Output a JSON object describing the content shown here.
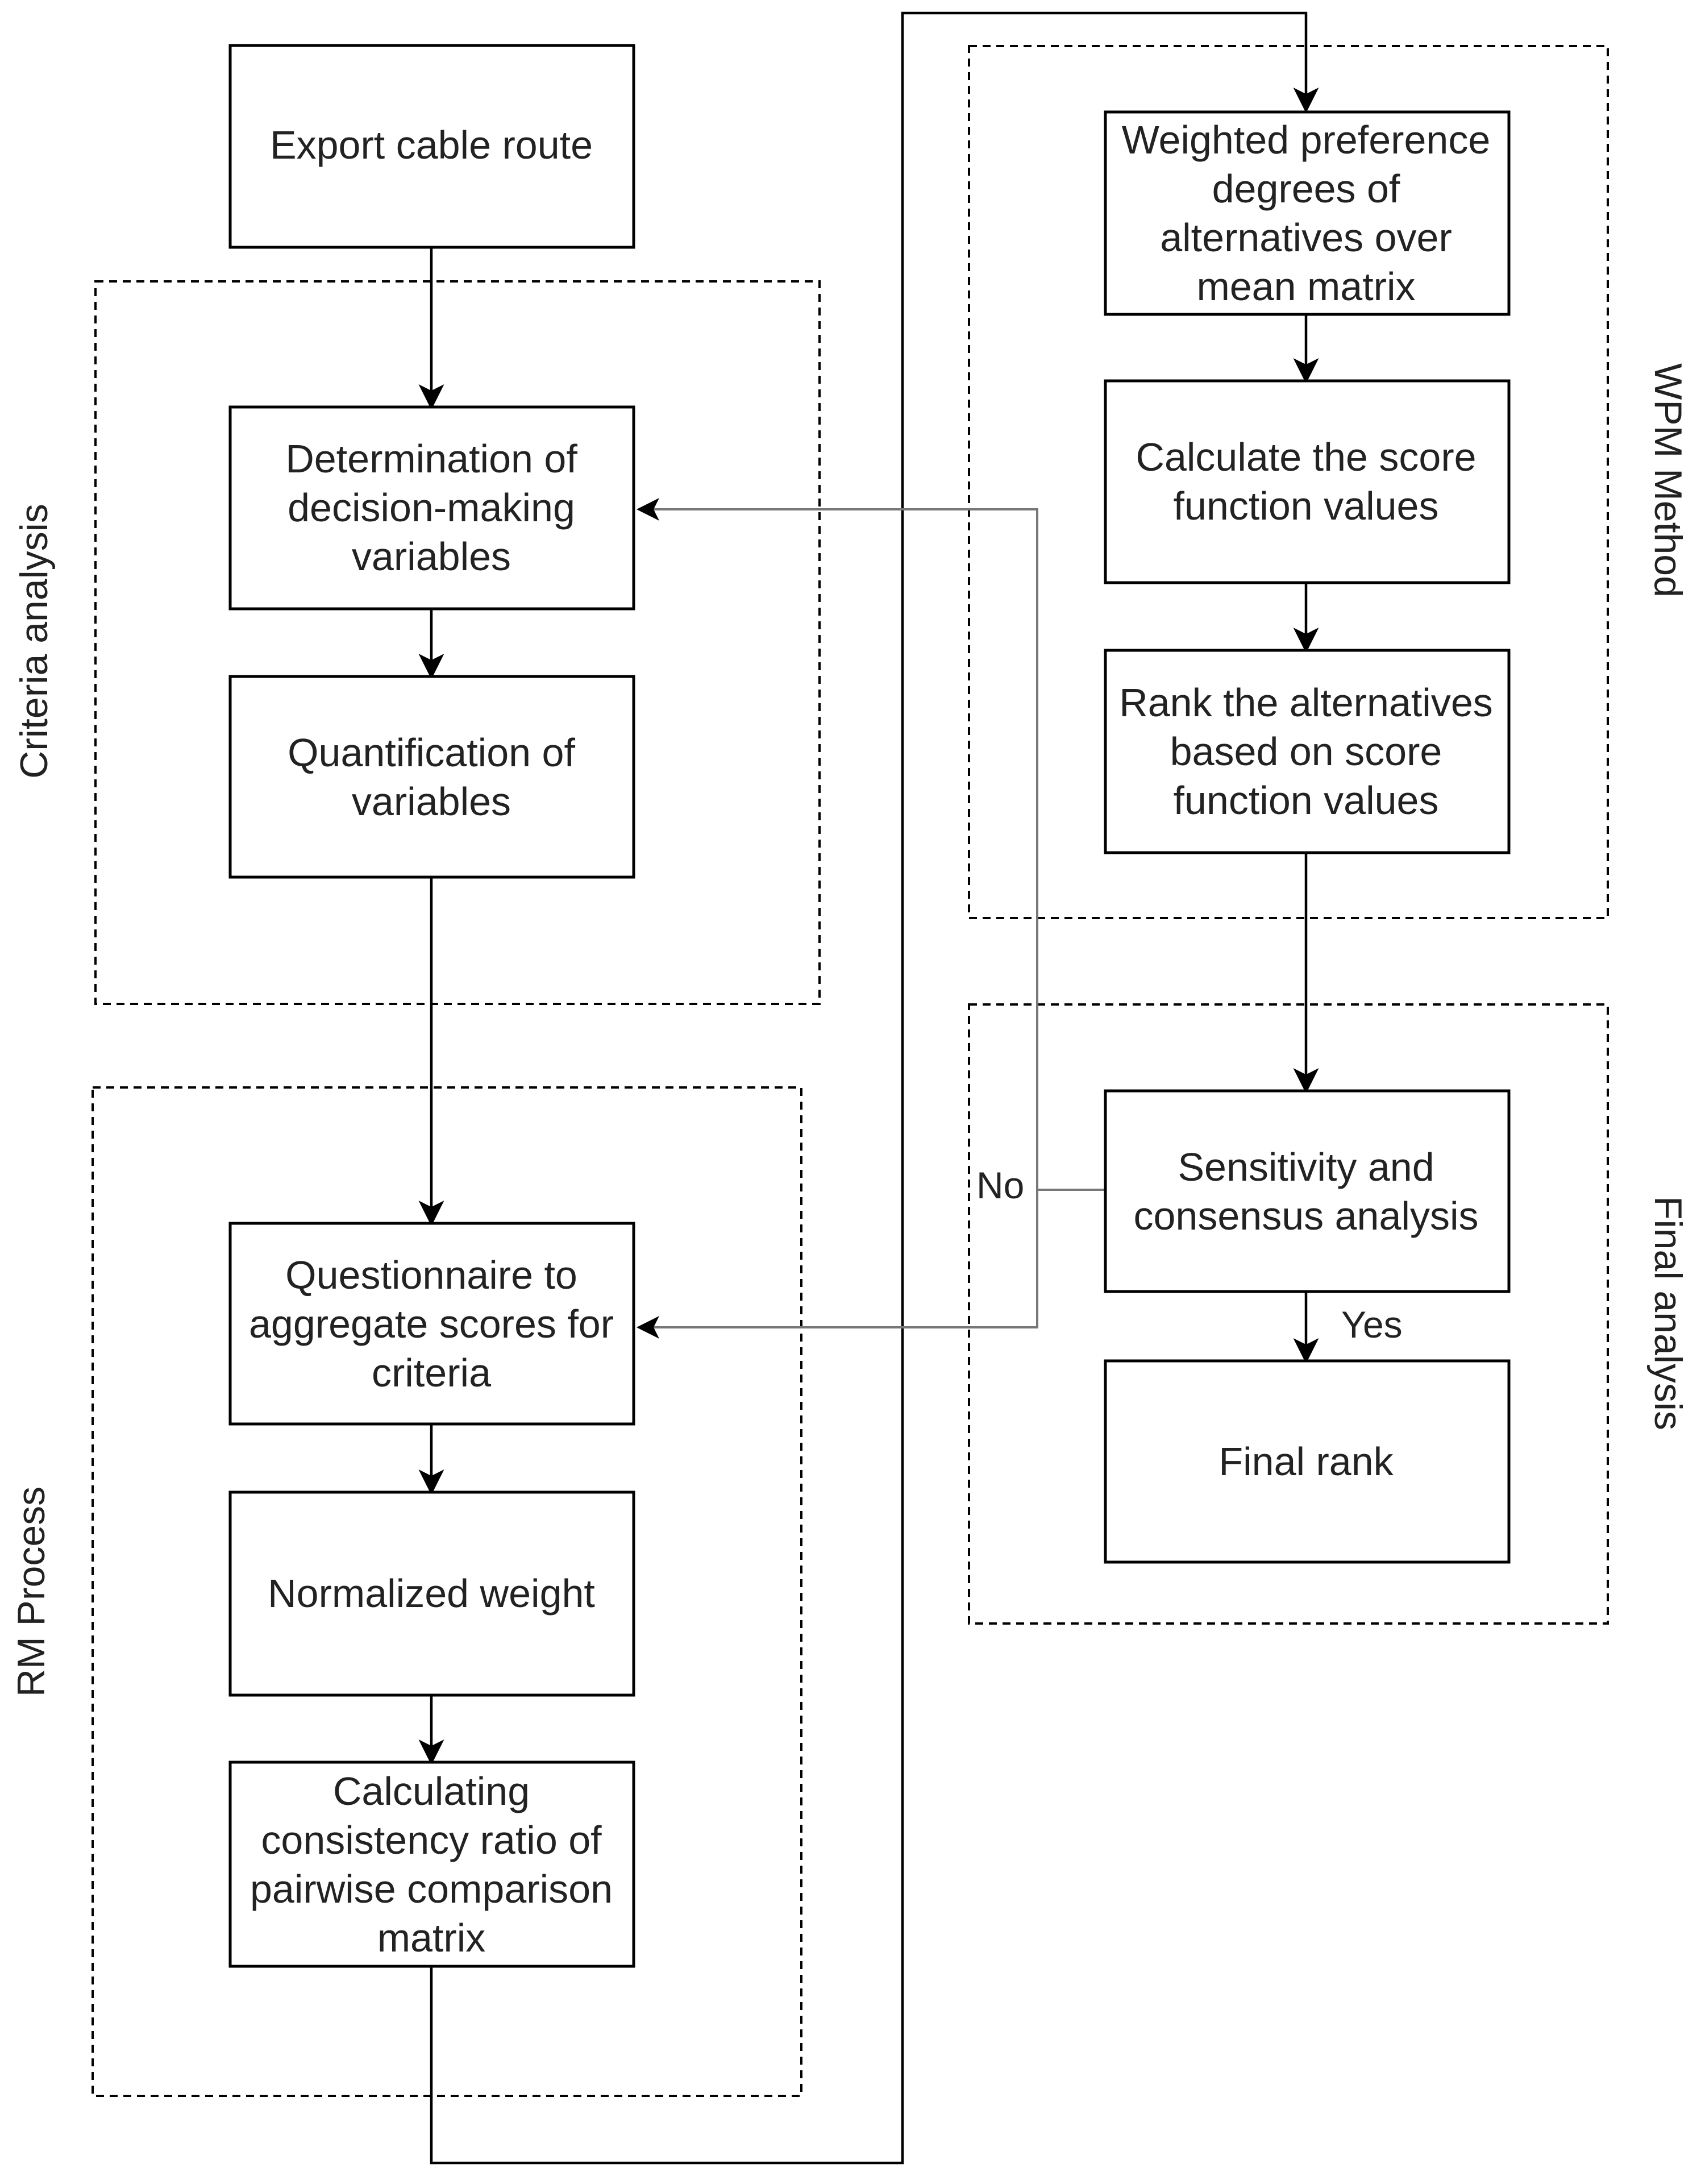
{
  "groups": {
    "criteria": {
      "label": "Criteria analysis"
    },
    "rm": {
      "label": "RM Process"
    },
    "wpm": {
      "label": "WPM Method"
    },
    "final": {
      "label": "Final analysis"
    }
  },
  "nodes": {
    "export": {
      "lines": [
        "Export cable route"
      ]
    },
    "determination": {
      "lines": [
        "Determination of",
        "decision-making",
        "variables"
      ]
    },
    "quantification": {
      "lines": [
        "Quantification of",
        "variables"
      ]
    },
    "questionnaire": {
      "lines": [
        "Questionnaire to",
        "aggregate scores for",
        "criteria"
      ]
    },
    "normalized": {
      "lines": [
        "Normalized weight"
      ]
    },
    "consistency": {
      "lines": [
        "Calculating",
        "consistency ratio of",
        "pairwise comparison",
        "matrix"
      ]
    },
    "weighted": {
      "lines": [
        "Weighted preference",
        "degrees of",
        "alternatives over",
        "mean matrix"
      ]
    },
    "score": {
      "lines": [
        "Calculate the score",
        "function values"
      ]
    },
    "rank": {
      "lines": [
        "Rank the alternatives",
        "based on score",
        "function values"
      ]
    },
    "sensitivity": {
      "lines": [
        "Sensitivity and",
        "consensus analysis"
      ]
    },
    "final_rank": {
      "lines": [
        "Final rank"
      ]
    }
  },
  "edges": {
    "no_label": "No",
    "yes_label": "Yes"
  }
}
